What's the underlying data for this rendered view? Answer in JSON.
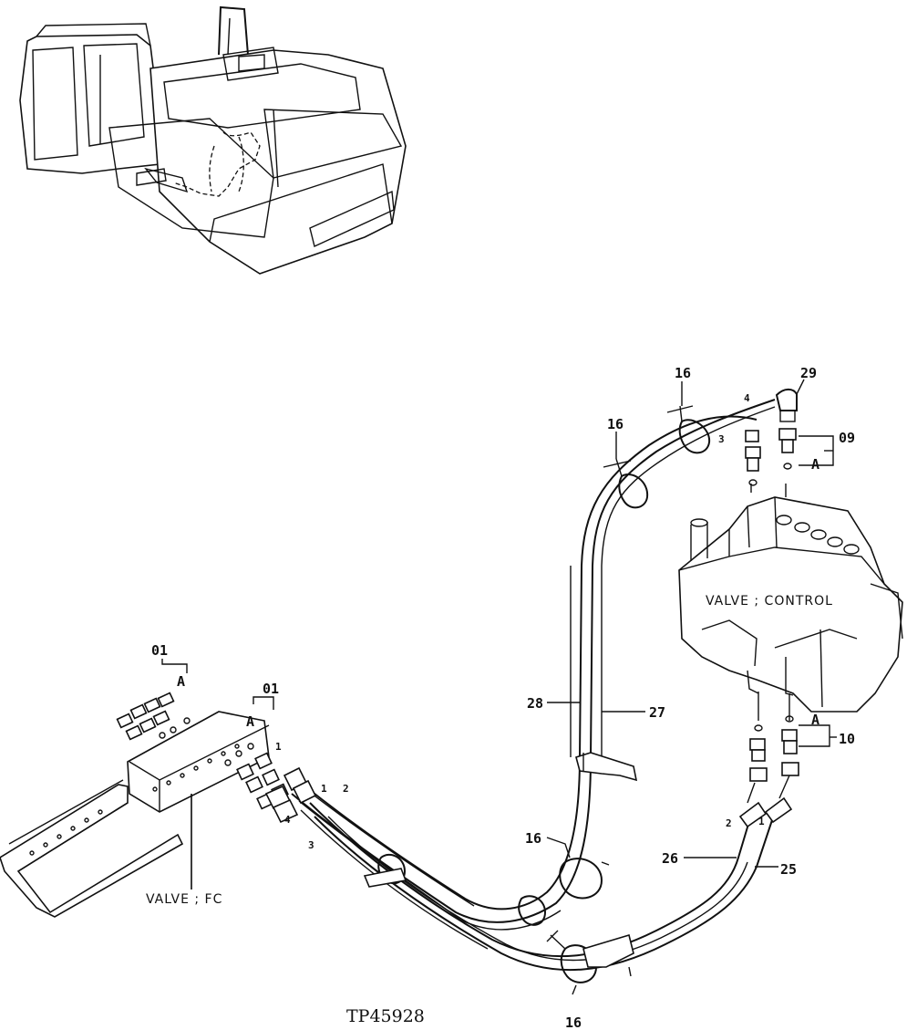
{
  "labels": {
    "l16_top_right": "16",
    "l29": "29",
    "l16_top_left": "16",
    "l4_top": "4",
    "l3_top": "3",
    "l09": "09",
    "lA_top": "A",
    "valve_control": "VALVE ; CONTROL",
    "l01_left": "01",
    "lA_left": "A",
    "l01_mid": "01",
    "lA_mid": "A",
    "l1_mid": "1",
    "l28": "28",
    "l27": "27",
    "lA_bottom": "A",
    "l10": "10",
    "l1_hose": "1",
    "l2_hose": "2",
    "l4_hose": "4",
    "l3_hose": "3",
    "l16_mid": "16",
    "l26": "26",
    "l25": "25",
    "l2_right": "2",
    "l1_right": "1",
    "valve_fc": "VALVE ; FC",
    "l16_bottom": "16",
    "drawing_id": "TP45928"
  }
}
